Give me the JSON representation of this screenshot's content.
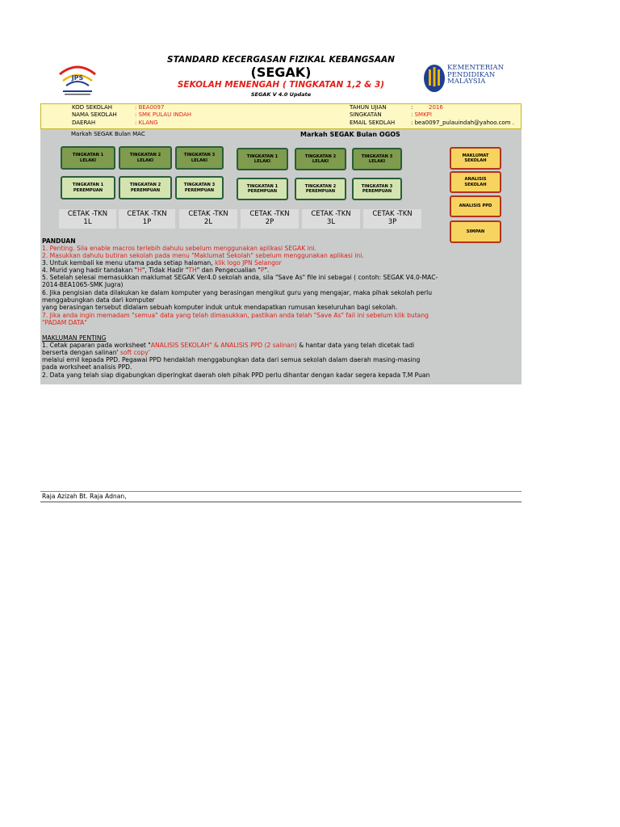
{
  "header": {
    "title1": "STANDARD KECERGASAN FIZIKAL KEBANGSAAN",
    "title2": "(SEGAK)",
    "title3": "SEKOLAH MENENGAH ( TINGKATAN 1,2 & 3)",
    "version": "SEGAK V 4.0  Update",
    "logo_left_label": "JPS",
    "logo_right_lines": [
      "KEMENTERIAN",
      "PENDIDIKAN",
      "MALAYSIA"
    ]
  },
  "school": {
    "kod_label": "KOD SEKOLAH",
    "kod_value": ": BEA0097",
    "nama_label": "NAMA SEKOLAH",
    "nama_value": ": SMK PULAU INDAH",
    "daerah_label": "DAERAH",
    "daerah_value": ": KLANG",
    "tahun_label": "TAHUN UJIAN",
    "tahun_colon": ":",
    "tahun_value": "2016",
    "singkatan_label": "SINGKATAN",
    "singkatan_value": ": SMKPI",
    "email_label": "EMAIL SEKOLAH",
    "email_value": ": bea0097_pulauindah@yahoo.com ."
  },
  "captions": {
    "mac": "Markah SEGAK  Bulan MAC",
    "ogos": "Markah SEGAK  Bulan OGOS"
  },
  "buttons_mac": [
    {
      "label": "TINGKATAN 1\nLELAKI"
    },
    {
      "label": "TINGKATAN 2\nLELAKI"
    },
    {
      "label": "TINGKATAN 3\nLELAKI"
    },
    {
      "label": "TINGKATAN 1\nPEREMPUAN"
    },
    {
      "label": "TINGKATAN 2\nPEREMPUAN"
    },
    {
      "label": "TINGKATAN 3\nPEREMPUAN"
    }
  ],
  "buttons_ogos": [
    {
      "label": "TINGKATAN 1\nLELAKI"
    },
    {
      "label": "TINGKATAN 2\nLELAKI"
    },
    {
      "label": "TINGKATAN 3\nLELAKI"
    },
    {
      "label": "TINGKATAN 1\nPEREMPUAN"
    },
    {
      "label": "TINGKATAN 2\nPEREMPUAN"
    },
    {
      "label": "TINGKATAN 3\nPEREMPUAN"
    }
  ],
  "side_buttons": [
    {
      "label": "MAKLUMAT\nSEKOLAH"
    },
    {
      "label": "ANALISIS\nSEKOLAH"
    },
    {
      "label": "ANALISIS PPD"
    },
    {
      "label": "SIMPAN"
    }
  ],
  "cetak": [
    {
      "label": "CETAK -TKN\n1L"
    },
    {
      "label": "CETAK -TKN\n1P"
    },
    {
      "label": "CETAK -TKN\n2L"
    },
    {
      "label": "CETAK -TKN\n2P"
    },
    {
      "label": "CETAK -TKN\n3L"
    },
    {
      "label": "CETAK -TKN\n3P"
    }
  ],
  "panduan": {
    "heading": "PANDUAN",
    "l1": "1. Penting. Sila enable macros terlebih dahulu sebelum menggunakan aplikasi SEGAK ini.",
    "l2": "2. Masukkan dahulu butiran sekolah pada menu \"Maklumat Sekolah\" sebelum menggunakan aplikasi ini.",
    "l3a": "3. Untuk kembali ke menu utama pada setiap halaman, ",
    "l3b": "klik logo JPN Selangor",
    "l4a": "4. Murid yang hadir tandakan \"",
    "l4b": "H",
    "l4c": "\", Tidak Hadir \"",
    "l4d": "TH",
    "l4e": "\" dan Pengecualian \"",
    "l4f": "P",
    "l4g": "\".",
    "l5a": "5. Setelah selesai memasukkan maklumat SEGAK Ver4.0 sekolah anda, sila \"Save As\" file ini sebagai ( contoh: SEGAK V4.0-MAC-",
    "l5b": "2014-BEA1065-SMK Jugra)",
    "l6a": "6. Jika pengisian data dilakukan ke dalam komputer yang berasingan mengikut guru yang mengajar, maka pihak sekolah perlu",
    "l6b": "menggabungkan data dari komputer",
    "l6c": "    yang berasingan tersebut didalam sebuah komputer induk untuk mendapatkan rumusan keseluruhan bagi sekolah.",
    "l7a": "7. Jika anda ingin memadam \"semua\" data yang telah dimasukkan, pastikan anda telah \"Save As\" fail ini sebelum klik butang",
    "l7b": "\"PADAM DATA\""
  },
  "penting": {
    "heading": "MAKLUMAN PENTING",
    "l1a": "1. Cetak paparan pada worksheet \"",
    "l1b": "ANALISIS SEKOLAH\" & ANALISIS PPD (2 salinan)",
    "l1c": " & hantar data yang telah dicetak tadi",
    "l2a": "berserta dengan salinan' ",
    "l2b": "soft copy'",
    "l3": "    melalui emil kepada PPD. Pegawai PPD hendaklah menggabungkan data dari semua sekolah dalam daerah masing-masing",
    "l4": "pada worksheet analisis PPD.",
    "l5": "2. Data yang telah siap digabungkan diperingkat daerah oleh pihak PPD perlu dihantar dengan kadar segera kepada T.M Puan"
  },
  "footer": {
    "name": "Raja Azizah Bt. Raja Adnan,"
  },
  "colors": {
    "sheet_bg": "#c9ccca",
    "info_bg": "#fdf8c4",
    "btn_dark": "#7e9b4e",
    "btn_light": "#d3e4b0",
    "side_btn": "#f7d460",
    "accent_red": "#e0201b"
  }
}
